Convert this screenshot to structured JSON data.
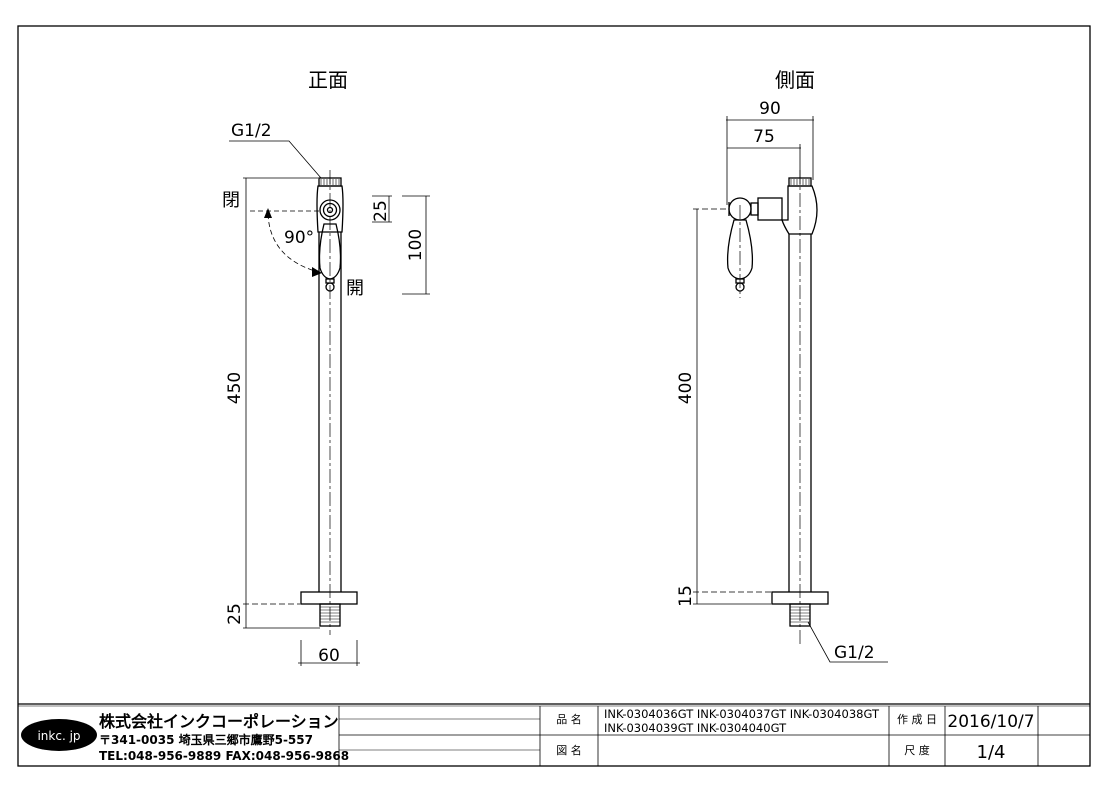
{
  "views": {
    "front": {
      "title": "正面",
      "thread_top": "G1/2",
      "label_closed": "閉",
      "label_open": "開",
      "angle": "90°",
      "dim_handle_offset": "25",
      "dim_handle_length": "100",
      "dim_total_height": "450",
      "dim_base_height": "25",
      "dim_flange_width": "60"
    },
    "side": {
      "title": "側面",
      "dim_overall_depth": "90",
      "dim_spout_depth": "75",
      "dim_height": "400",
      "dim_base_height": "15",
      "thread_bottom": "G1/2"
    }
  },
  "title_block": {
    "logo_text": "inkc. jp",
    "company_name": "株式会社インクコーポレーション",
    "address": "〒341-0035 埼玉県三郷市鷹野5-557",
    "contact": "TEL:048-956-9889 FAX:048-956-9868",
    "product_name_label": "品 名",
    "product_name_line1": "INK-0304036GT INK-0304037GT INK-0304038GT",
    "product_name_line2": "INK-0304039GT INK-0304040GT",
    "drawing_name_label": "図 名",
    "drawing_name": "",
    "date_label": "作 成 日",
    "date_value": "2016/10/7",
    "scale_label": "尺 度",
    "scale_value": "1/4"
  }
}
